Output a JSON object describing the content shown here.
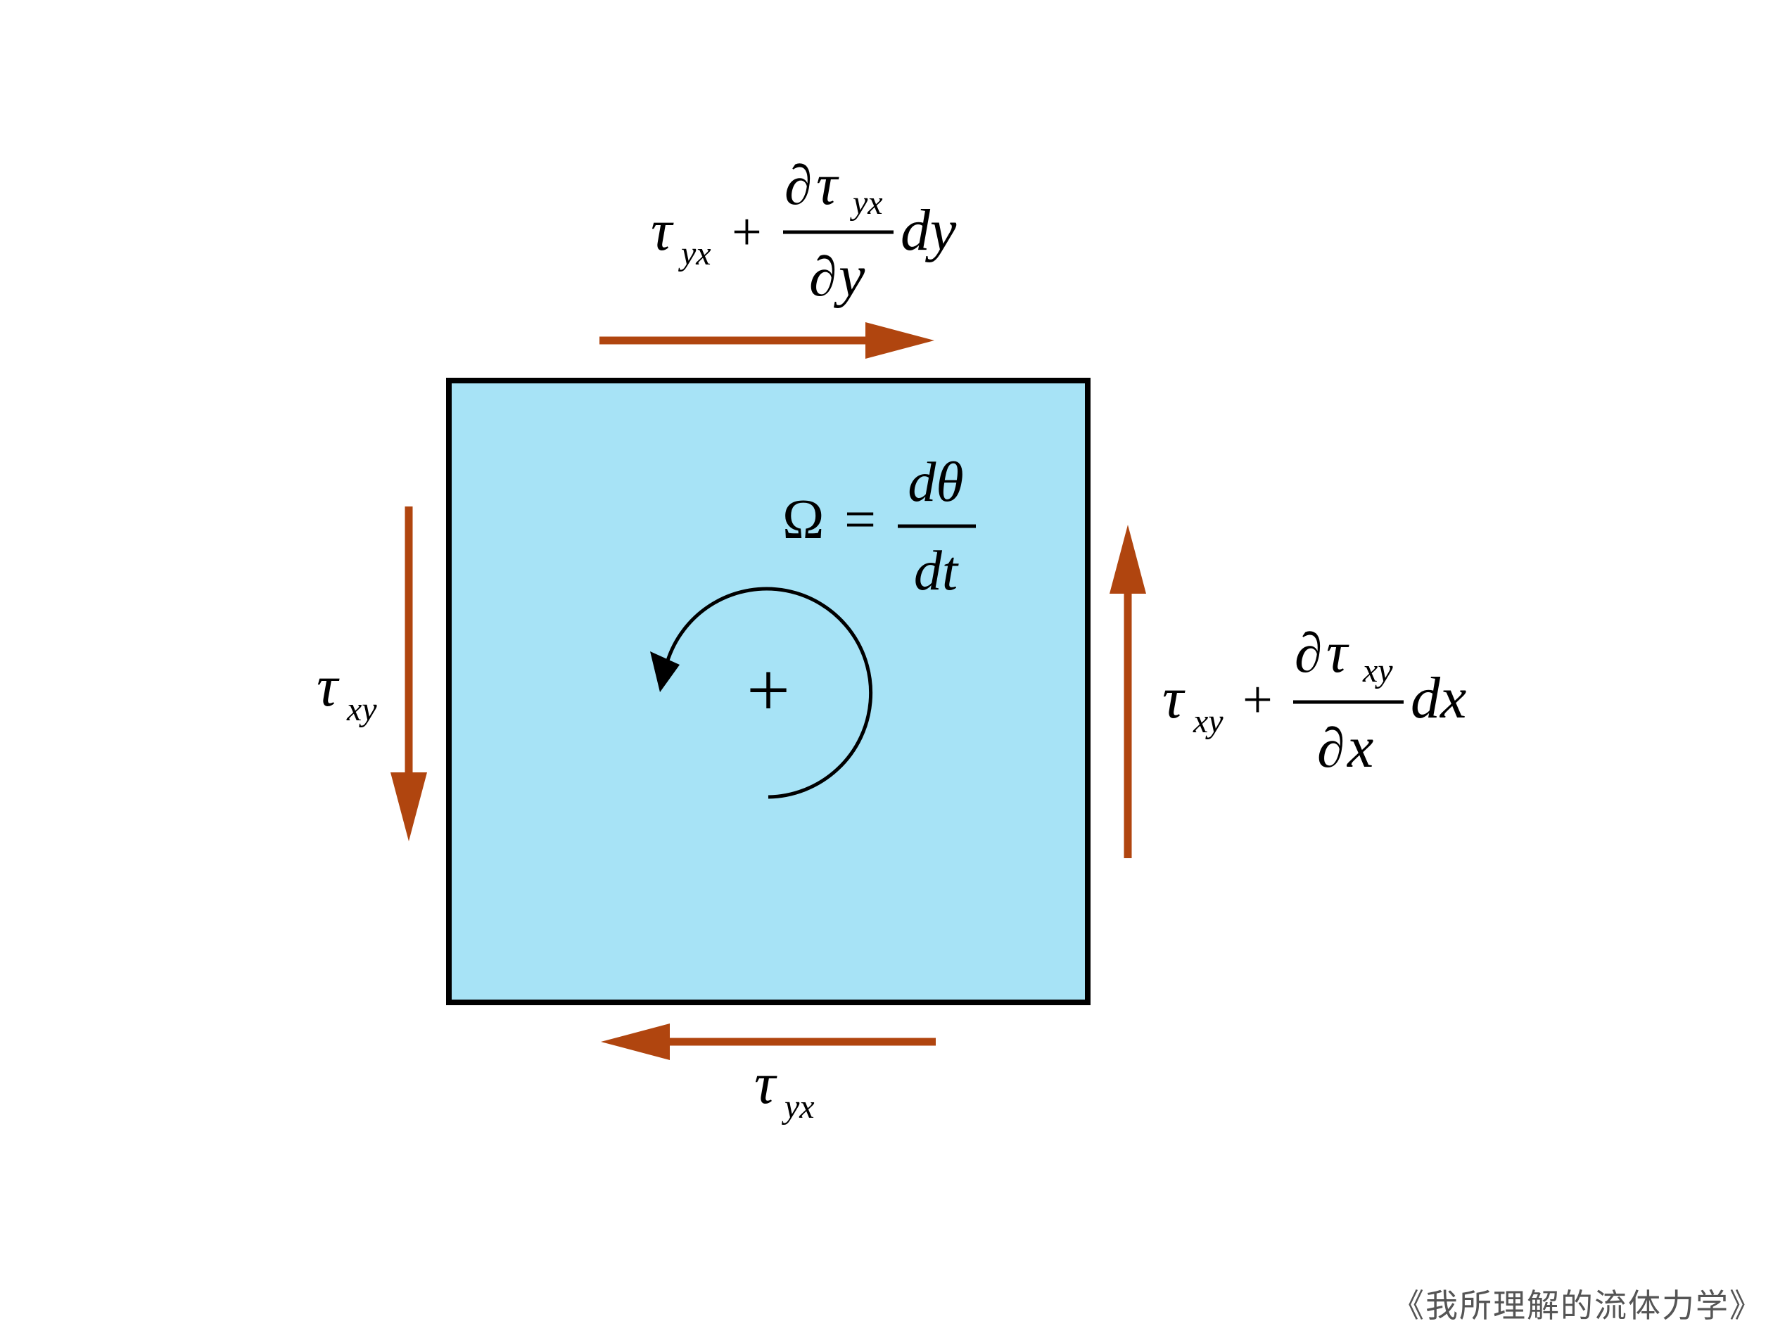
{
  "colors": {
    "element_fill": "#a7e3f6",
    "element_border": "#000000",
    "arrow": "#b0450f",
    "text": "#000000"
  },
  "labels": {
    "top": {
      "base": "τ",
      "base_sub": "yx",
      "plus": "+",
      "num_partial": "∂",
      "num_symbol": "τ",
      "num_sub": "yx",
      "den_partial": "∂",
      "den_var": "y",
      "differential": "dy"
    },
    "bottom": {
      "base": "τ",
      "base_sub": "yx"
    },
    "left": {
      "base": "τ",
      "base_sub": "xy"
    },
    "right": {
      "base": "τ",
      "base_sub": "xy",
      "plus": "+",
      "num_partial": "∂",
      "num_symbol": "τ",
      "num_sub": "xy",
      "den_partial": "∂",
      "den_var": "x",
      "differential": "dx"
    },
    "rotation": {
      "lhs": "Ω",
      "equals": "=",
      "numerator": "dθ",
      "denominator": "dt",
      "sign": "+"
    }
  },
  "watermark": "《我所理解的流体力学》",
  "icons": {
    "rotation_arrow": "counterclockwise-arc-arrow-icon",
    "shear_arrow": "solid-arrow-icon"
  }
}
